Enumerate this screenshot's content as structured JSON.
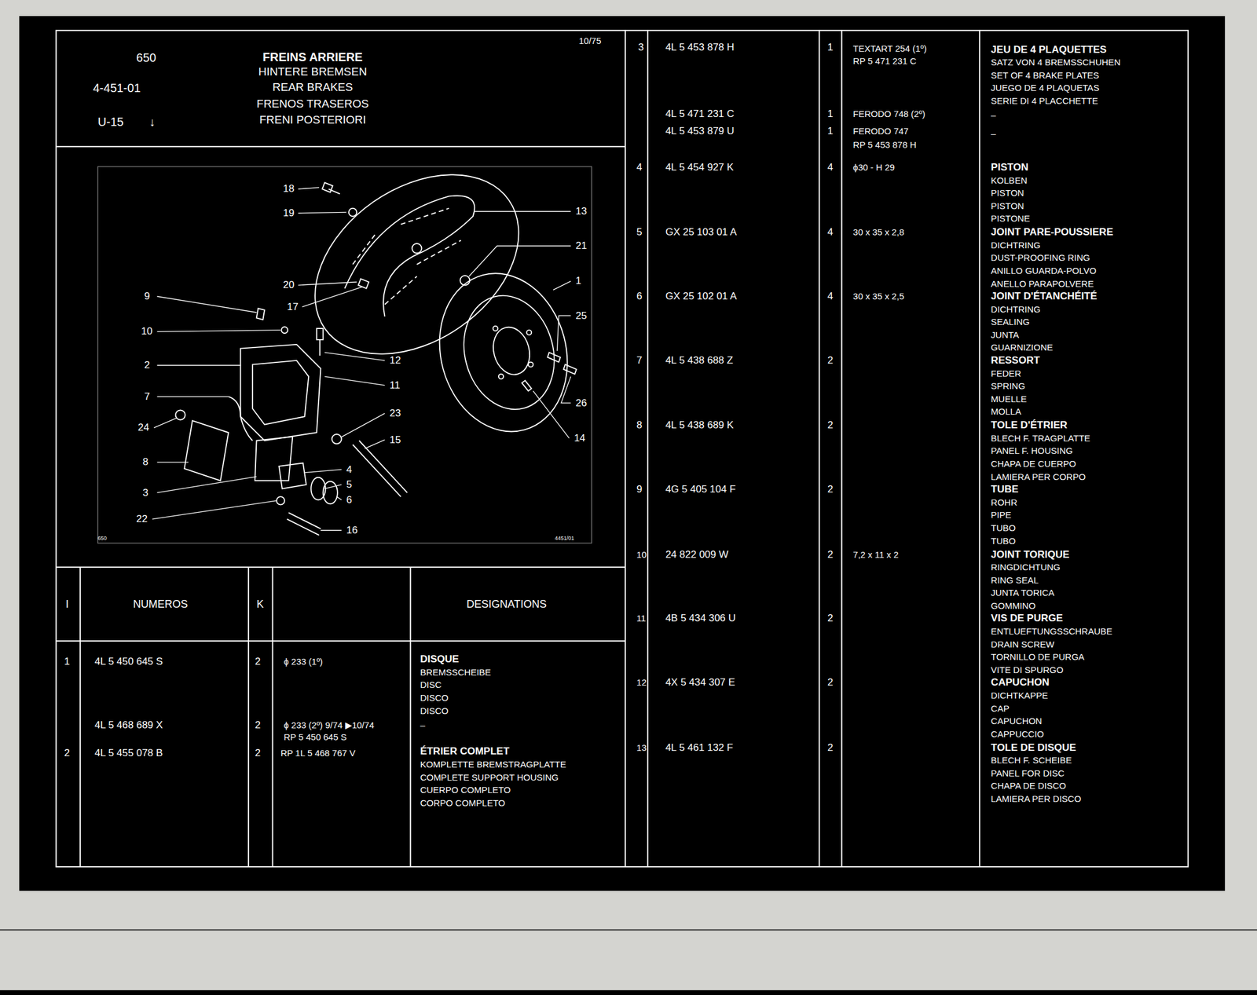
{
  "diagram": {
    "title": "FREINS ARRIERE",
    "labels": [
      "650",
      "4-451-01",
      "U-15",
      "↓",
      "HINTERE BREMSEN",
      "REAR BRAKES",
      "FRENOS TRASEROS",
      "FRENI POSTERIORI",
      "10/75",
      "18",
      "19",
      "13",
      "21",
      "1",
      "20",
      "17",
      "9",
      "10",
      "25",
      "12",
      "2",
      "11",
      "7",
      "26",
      "24",
      "23",
      "15",
      "14",
      "8",
      "4",
      "5",
      "3",
      "6",
      "22",
      "16",
      "650",
      "4451/01",
      "I",
      "NUMEROS",
      "K",
      "DESIGNATIONS",
      "1",
      "4L 5 450 645 S",
      "2",
      "ϕ 233 (1º)",
      "DISQUE",
      "BREMSSCHEIBE",
      "DISC",
      "DISCO",
      "DISCO",
      "4L 5 468 689 X",
      "2",
      "ϕ 233 (2º) 9/74 ▶10/74",
      "RP 5 450 645 S",
      "–",
      "2",
      "4L 5 455 078 B",
      "2",
      "RP 1L 5 468 767 V",
      "ÉTRIER COMPLET",
      "KOMPLETTE BREMSTRAGPLATTE",
      "COMPLETE SUPPORT HOUSING",
      "CUERPO COMPLETO",
      "CORPO COMPLETO",
      "3",
      "4L 5 453 878 H",
      "1",
      "TEXTART 254 (1º)",
      "RP 5 471 231 C",
      "JEU DE 4 PLAQUETTES",
      "SATZ VON 4 BREMSSCHUHEN",
      "SET OF 4 BRAKE PLATES",
      "JUEGO DE 4 PLAQUETAS",
      "SERIE DI 4 PLACCHETTE",
      "4L 5 471 231 C",
      "1",
      "FERODO 748 (2º)",
      "–",
      "4L 5 453 879 U",
      "1",
      "FERODO 747",
      "RP 5 453 878 H",
      "–",
      "4",
      "4L 5 454 927 K",
      "4",
      "ϕ30 - H 29",
      "PISTON",
      "KOLBEN",
      "PISTON",
      "PISTON",
      "PISTONE",
      "5",
      "GX 25 103 01 A",
      "4",
      "30 x 35 x 2,8",
      "JOINT PARE-POUSSIERE",
      "DICHTRING",
      "DUST-PROOFING RING",
      "ANILLO GUARDA-POLVO",
      "ANELLO PARAPOLVERE",
      "6",
      "GX 25 102 01 A",
      "4",
      "30 x 35 x 2,5",
      "JOINT D'ÉTANCHÉITÉ",
      "DICHTRING",
      "SEALING",
      "JUNTA",
      "GUARNIZIONE",
      "7",
      "4L 5 438 688 Z",
      "2",
      "RESSORT",
      "FEDER",
      "SPRING",
      "MUELLE",
      "MOLLA",
      "8",
      "4L 5 438 689 K",
      "2",
      "TOLE D'ÉTRIER",
      "BLECH F. TRAGPLATTE",
      "PANEL F. HOUSING",
      "CHAPA DE CUERPO",
      "LAMIERA PER CORPO",
      "9",
      "4G 5 405 104 F",
      "2",
      "TUBE",
      "ROHR",
      "PIPE",
      "TUBO",
      "TUBO",
      "10",
      "24 822 009 W",
      "2",
      "7,2 x 11 x 2",
      "JOINT TORIQUE",
      "RINGDICHTUNG",
      "RING SEAL",
      "JUNTA TORICA",
      "GOMMINO",
      "11",
      "4B 5 434 306 U",
      "2",
      "VIS DE PURGE",
      "ENTLUEFTUNGSSCHRAUBE",
      "DRAIN SCREW",
      "TORNILLO DE PURGA",
      "VITE DI SPURGO",
      "12",
      "4X 5 434 307 E",
      "2",
      "CAPUCHON",
      "DICHTKAPPE",
      "CAP",
      "CAPUCHON",
      "CAPPUCCIO",
      "13",
      "4L 5 461 132 F",
      "2",
      "TOLE DE DISQUE",
      "BLECH F. SCHEIBE",
      "PANEL FOR DISC",
      "CHAPA DE DISCO",
      "LAMIERA PER DISCO"
    ]
  }
}
